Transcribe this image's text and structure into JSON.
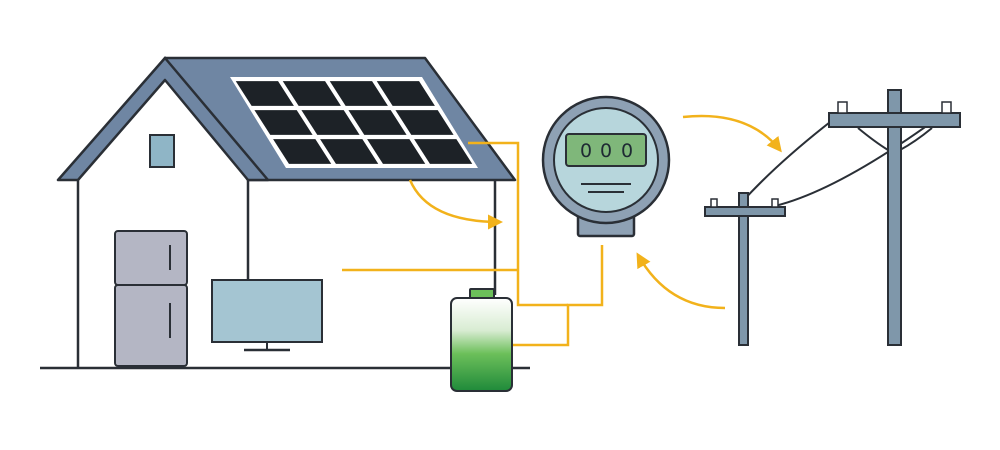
{
  "meter": {
    "digits": [
      "0",
      "0",
      "0"
    ]
  },
  "colors": {
    "outline": "#2a2f36",
    "roof": "#6f86a3",
    "house_wall": "#ffffff",
    "window": "#8fb5c6",
    "solar_cell": "#1d2227",
    "wire": "#f2b21b",
    "appliance": "#b4b6c4",
    "screen": "#a4c5d2",
    "meter_body": "#8ea1b4",
    "meter_face": "#b7d6dc",
    "meter_display": "#7fb77a",
    "pole": "#7f97aa",
    "battery_top": "#6cbf5a",
    "battery_bottom": "#1f8a3a"
  },
  "icons": {
    "house": "house-icon",
    "solar_panel": "solar-panel-icon",
    "refrigerator": "refrigerator-icon",
    "television": "television-icon",
    "battery": "battery-icon",
    "electric_meter": "electric-meter-icon",
    "utility_pole": "utility-pole-icon"
  }
}
